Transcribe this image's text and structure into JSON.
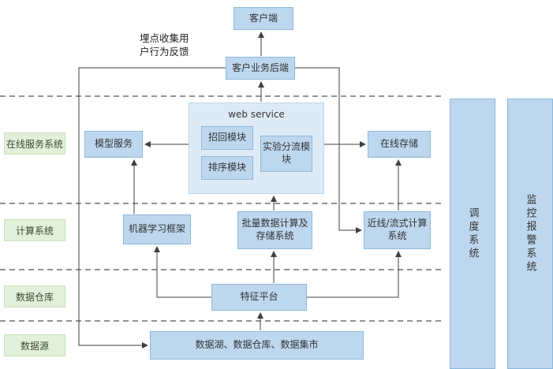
{
  "annotation": {
    "feedback_note": "埋点收集用户行为反馈"
  },
  "layers": {
    "online_service": {
      "label": "在线服务系统"
    },
    "compute": {
      "label": "计算系统"
    },
    "warehouse": {
      "label": "数据仓库"
    },
    "source": {
      "label": "数据源"
    }
  },
  "nodes": {
    "client": {
      "label": "客户端"
    },
    "backend": {
      "label": "客户业务后端"
    },
    "model_service": {
      "label": "模型服务"
    },
    "web_service": {
      "label": "web service"
    },
    "recall_module": {
      "label": "招回模块"
    },
    "rank_module": {
      "label": "排序模块"
    },
    "experiment_module": {
      "label": "实验分流模块"
    },
    "online_storage": {
      "label": "在线存储"
    },
    "ml_framework": {
      "label": "机器学习框架"
    },
    "batch_system": {
      "label": "批量数据计算及存储系统"
    },
    "nearline_system": {
      "label": "近线/流式计算系统"
    },
    "feature_platform": {
      "label": "特征平台"
    },
    "data_sources": {
      "label": "数据湖、数据仓库、数据集市"
    }
  },
  "sidebars": {
    "scheduling": {
      "label": "调度系统"
    },
    "monitoring": {
      "label": "监控报警系统"
    }
  },
  "colors": {
    "node_fill": "#bdd7ee",
    "node_border": "#8eb8dc",
    "container_fill": "#deebf7",
    "container_border": "#b9d5ea",
    "layer_fill": "#e2efda",
    "layer_border": "#c9e2bc",
    "connector": "#404040"
  }
}
